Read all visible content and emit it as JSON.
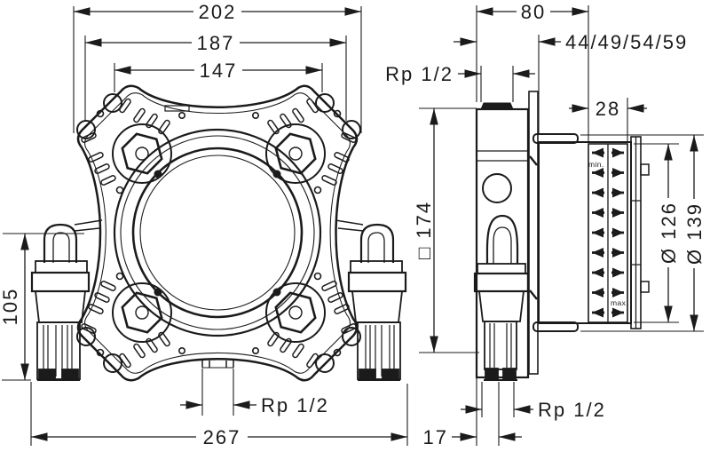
{
  "drawing": {
    "title": "installation-dimension-drawing",
    "colors": {
      "ink": "#1b1b1b",
      "background": "#ffffff"
    },
    "front_view": {
      "overall_width": "202",
      "plate_width": "187",
      "inner_width": "147",
      "pipe_height": "105",
      "bottom_thread": "Rp 1/2",
      "pipe_span": "267"
    },
    "side_view": {
      "depth": "80",
      "depth_variants": "44/49/54/59",
      "top_thread": "Rp 1/2",
      "adjust_range": "28",
      "square_size": "□ 174",
      "inner_diameter": "Ø 126",
      "outer_diameter": "Ø 139",
      "min_label": "min.",
      "max_label": "max.",
      "bottom_thread": "Rp 1/2",
      "axis_offset": "17"
    }
  }
}
